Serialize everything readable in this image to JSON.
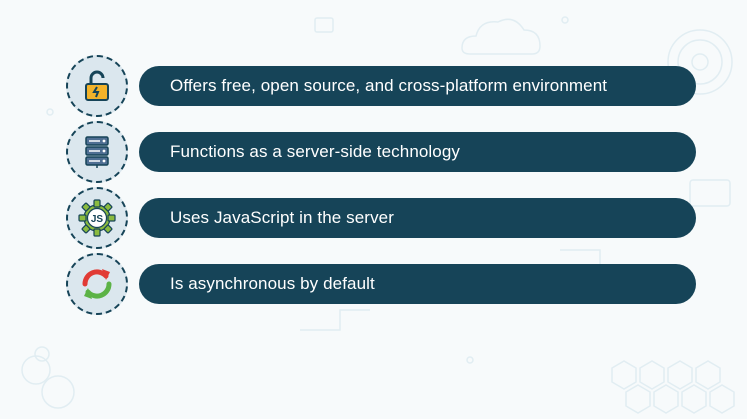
{
  "features": [
    {
      "icon": "unlocked-padlock-icon",
      "label": "Offers free, open source, and cross-platform environment"
    },
    {
      "icon": "server-rack-icon",
      "label": "Functions as a server-side technology"
    },
    {
      "icon": "javascript-gear-icon",
      "label": "Uses JavaScript in the server",
      "icon_text": "JS"
    },
    {
      "icon": "sync-arrows-icon",
      "label": "Is asynchronous by default"
    }
  ],
  "colors": {
    "pill": "#164458",
    "badge_fill": "#dbe7ee",
    "badge_border": "#164458",
    "lock_gold": "#f3b32a",
    "server_blue": "#4f6f93",
    "gear_green": "#8bbb3f",
    "arrow_red": "#e13b35",
    "arrow_green": "#5cb346"
  }
}
